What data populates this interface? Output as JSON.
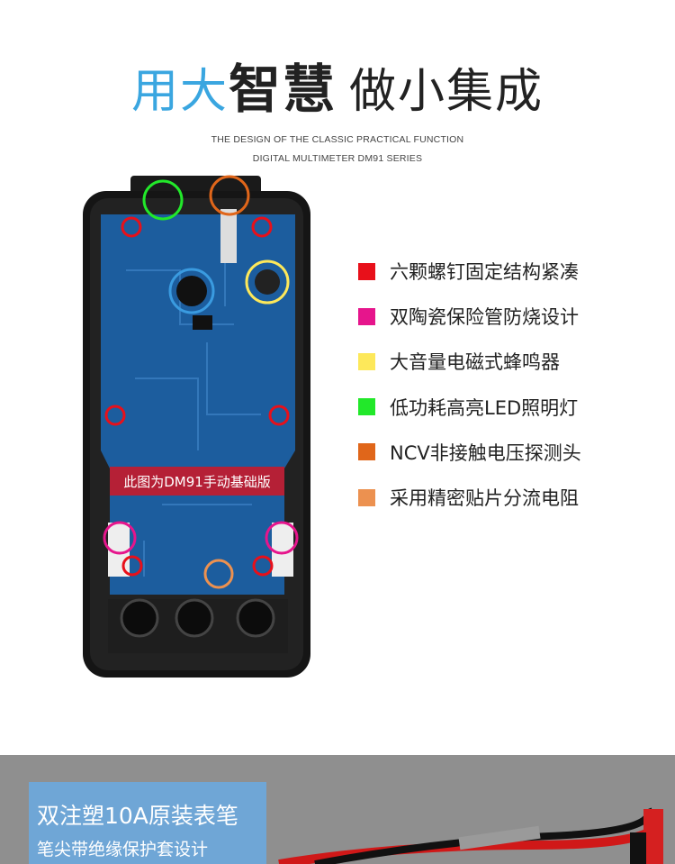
{
  "headline": {
    "part1": "用大",
    "part2": "智慧",
    "part3": "做小集成"
  },
  "subtitle": {
    "line1": "THE DESIGN OF THE CLASSIC PRACTICAL FUNCTION",
    "line2": "DIGITAL MULTIMETER DM91 SERIES"
  },
  "product_image": {
    "banner": "此图为DM91手动基础版"
  },
  "legend": [
    {
      "color": "#e8101a",
      "label": "六颗螺钉固定结构紧凑"
    },
    {
      "color": "#e6158c",
      "label": "双陶瓷保险管防烧设计"
    },
    {
      "color": "#fde85a",
      "label": "大音量电磁式蜂鸣器"
    },
    {
      "color": "#22e82a",
      "label": "低功耗高亮LED照明灯"
    },
    {
      "color": "#e0661a",
      "label": "NCV非接触电压探测头"
    },
    {
      "color": "#ec9150",
      "label": "采用精密贴片分流电阻"
    }
  ],
  "test_leads_section": {
    "title": "双注塑10A原装表笔",
    "subtitle": "笔尖带绝缘保护套设计"
  }
}
